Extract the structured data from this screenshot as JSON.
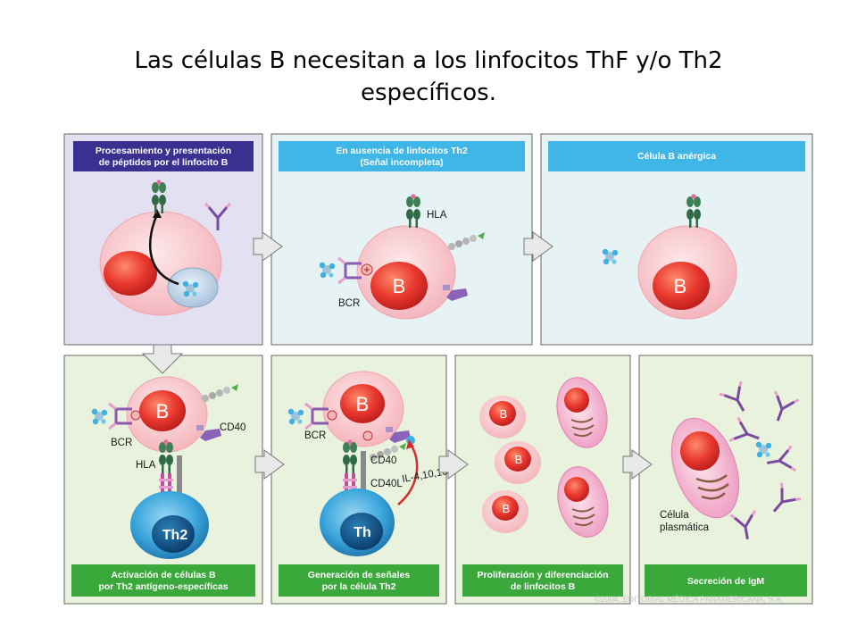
{
  "title": "Las células B necesitan a los linfocitos ThF y/o Th2 específicos.",
  "panels": {
    "p1_header": [
      "Procesamiento y presentación",
      "de péptidos por el linfocito B"
    ],
    "p2_header": [
      "En ausencia de linfocitos Th2",
      "(Señal incompleta)"
    ],
    "p3_header": [
      "Célula B anérgica"
    ],
    "p4_footer": [
      "Activación de células B",
      "por Th2 antígeno-específicas"
    ],
    "p5_footer": [
      "Generación de señales",
      "por la célula Th2"
    ],
    "p6_footer": [
      "Proliferación y diferenciación",
      "de linfocitos B"
    ],
    "p7_footer": [
      "Secreción de IgM"
    ]
  },
  "labels": {
    "hla": "HLA",
    "bcr": "BCR",
    "b": "B",
    "cd40": "CD40",
    "cd40l": "CD40L",
    "il": "IL-4,10,13",
    "th2": "Th2",
    "th": "Th",
    "plasma": [
      "Célula",
      "plasmática"
    ],
    "copyright": "©2004, EDITORIAL MÉDICA PANAMERICANA, S.A."
  },
  "colors": {
    "header_purple": "#3b2f8f",
    "header_blue": "#3fb6e6",
    "footer_green": "#3aa83a",
    "panel_lavender": "#e3e0f2",
    "panel_lightblue": "#e6f2f4",
    "panel_lightgreen": "#e8f2dc"
  }
}
